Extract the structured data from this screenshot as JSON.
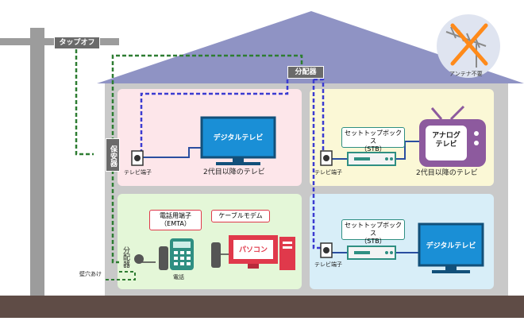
{
  "colors": {
    "roof": "#8f93c4",
    "house_wall": "#c9c9c9",
    "pole": "#9c9c9c",
    "ground": "#5f4c46",
    "room_tl": "#fde6ea",
    "room_tr": "#fbf8d6",
    "room_bl": "#e4f7d8",
    "room_br": "#d8eef8",
    "catv_line": "#2e7d32",
    "tv_line": "#3b3bd1",
    "digital_tv_blue": "#1a8fd6",
    "analog_tv_purple": "#8d5a9e",
    "pc_red": "#e0394b",
    "stb_green": "#2f8f82"
  },
  "labels": {
    "tap_off": "タップオフ",
    "protector": "保安器",
    "splitter_top": "分配器",
    "splitter_left": "分配器",
    "wall_hole": "壁穴あけ",
    "antenna": "アンテナ不要",
    "tv_terminal_tl": "テレビ端子",
    "tv_terminal_tr": "テレビ端子",
    "tv_terminal_br": "テレビ端子",
    "digital_tv_tl": "デジタルテレビ",
    "digital_tv_br": "デジタルテレビ",
    "caption_tl": "2代目以降のテレビ",
    "caption_tr": "2代目以降のテレビ",
    "stb_tr": "セットトップボックス\n（STB）",
    "stb_br": "セットトップボックス\n（STB）",
    "analog_tv": "アナログ\nテレビ",
    "emta": "電話用端子\n（EMTA）",
    "cable_modem": "ケーブルモデム",
    "pc": "パソコン",
    "phone": "電話"
  }
}
